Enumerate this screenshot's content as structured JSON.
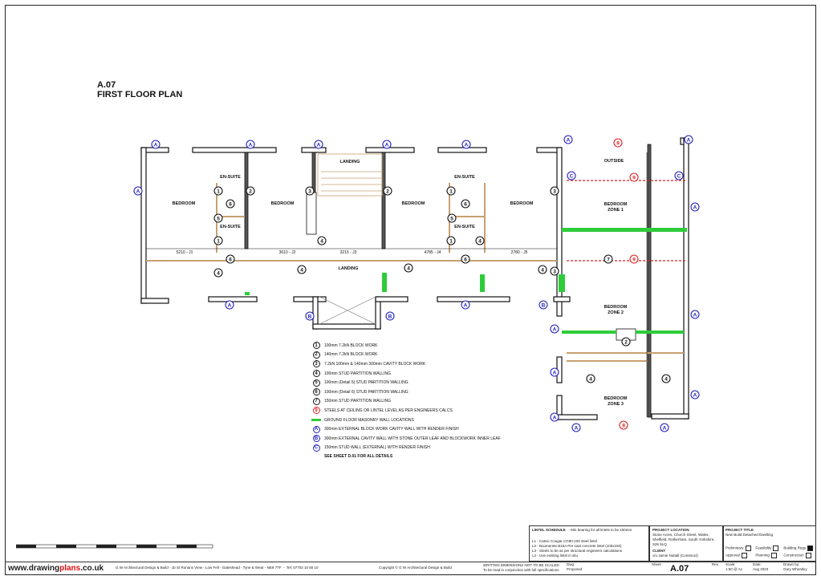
{
  "sheet": {
    "number": "A.07",
    "title": "FIRST FLOOR PLAN"
  },
  "rooms": {
    "bedroom": "BEDROOM",
    "ensuite": "EN-SUITE",
    "landing": "LANDING",
    "outside": "OUTSIDE",
    "bedroom_zone_1": [
      "BEDROOM",
      "ZONE 1"
    ],
    "bedroom_zone_2": [
      "BEDROOM",
      "ZONE 2"
    ],
    "bedroom_zone_3": [
      "BEDROOM",
      "ZONE 3"
    ]
  },
  "spans": [
    "5210 - J1",
    "3610 - J2",
    "3215 - J3",
    "4785 - J4",
    "2780 - J5"
  ],
  "legend": [
    {
      "key": "1",
      "style": "black",
      "text": "100mm 7.2kN BLOCK WORK"
    },
    {
      "key": "2",
      "style": "black",
      "text": "140mm 7.2kN BLOCK WORK"
    },
    {
      "key": "3",
      "style": "black",
      "text": "7.2kN 100mm & 140mm 300mm CAVITY BLOCK WORK"
    },
    {
      "key": "4",
      "style": "black",
      "text": "100mm STUD PARTITION WALLING"
    },
    {
      "key": "5",
      "style": "black",
      "text": "100mm (Detail 5) STUD PARTITION WALLING"
    },
    {
      "key": "6",
      "style": "black",
      "text": "100mm (Detail 6) STUD PARTITION WALLING"
    },
    {
      "key": "7",
      "style": "black",
      "text": "150mm STUD PARTITION WALLING"
    },
    {
      "key": "9",
      "style": "red",
      "text": "STEELS AT CEILING OR LINTEL LEVEL AS PER ENGINEERS CALCS"
    },
    {
      "key": "",
      "style": "green",
      "text": "GROUND FLOOR MASONRY WALL LOCATIONS"
    },
    {
      "key": "A",
      "style": "blue",
      "text": "300mm EXTERNAL BLOCK WORK CAVITY WALL WITH RENDER FINISH"
    },
    {
      "key": "B",
      "style": "blue",
      "text": "300mm EXTERNAL CAVITY WALL WITH STONE OUTER LEAF AND BLOCKWORK INNER LEAF"
    },
    {
      "key": "C",
      "style": "blue",
      "text": "150mm STUD WALL (EXTERNAL) WITH RENDER FINISH"
    }
  ],
  "legend_note": "SEE SHEET D.01 FOR ALL DETAILS",
  "lintel_schedule": {
    "title": "LINTEL SCHEDULE",
    "note": "- Min bearing for all lintels to be 150mm",
    "items": [
      "L1 - Catnic Cougar CG90-100 steel lintel",
      "L2 - Boumerete B15A Pre-cast concrete lintel (100x150)",
      "L3 - Steels to be as per structural engineers calculations",
      "L4 - Use existing lintel in situ"
    ]
  },
  "project_location": {
    "label": "PROJECT LOCATION",
    "lines": [
      "Stone Acres, Church Street, Wales,",
      "Sheffield, Rotherham, South Yorkshire,",
      "S26 5LQ"
    ]
  },
  "client": {
    "label": "CLIENT",
    "value": "c/o Jamie Nuttall (Construct)"
  },
  "project_title": {
    "label": "PROJECT TITLE",
    "value": "New Build Detached Dwelling"
  },
  "status": [
    {
      "label": "Preliminary",
      "checked": false
    },
    {
      "label": "Feasibility",
      "checked": false
    },
    {
      "label": "Building Regs",
      "checked": true
    },
    {
      "label": "Approval",
      "checked": false
    },
    {
      "label": "Planning",
      "checked": false
    },
    {
      "label": "Construction",
      "checked": false
    }
  ],
  "footer": {
    "logo_pre": "www.",
    "logo_mid": "drawing",
    "logo_red": "plans",
    "logo_post": ".co.uk",
    "company": "G W Architectural Design & Build - 1b St Ronans View - Low Fell - Gateshead - Tyne & Wear - NE9 7TF",
    "tel": "Tel: 07702 10 50 10",
    "copyright": "Copyright © G W Architectural Design & Build",
    "warning_1": "WRITTEN DIMENSIONS NOT TO BE SCALED",
    "warning_2": "To be read in conjunction with full specifications",
    "dwg_label": "Dwg",
    "dwg_value": "Proposed",
    "sheet_label": "Sheet",
    "rev_label": "Rev",
    "scale_label": "Scale:",
    "scale_value": "1:50 @ A1",
    "date_label": "Date:",
    "date_value": "Aug 2023",
    "drawn_label": "Drawn by:",
    "drawn_value": "Gary Wheatley"
  }
}
